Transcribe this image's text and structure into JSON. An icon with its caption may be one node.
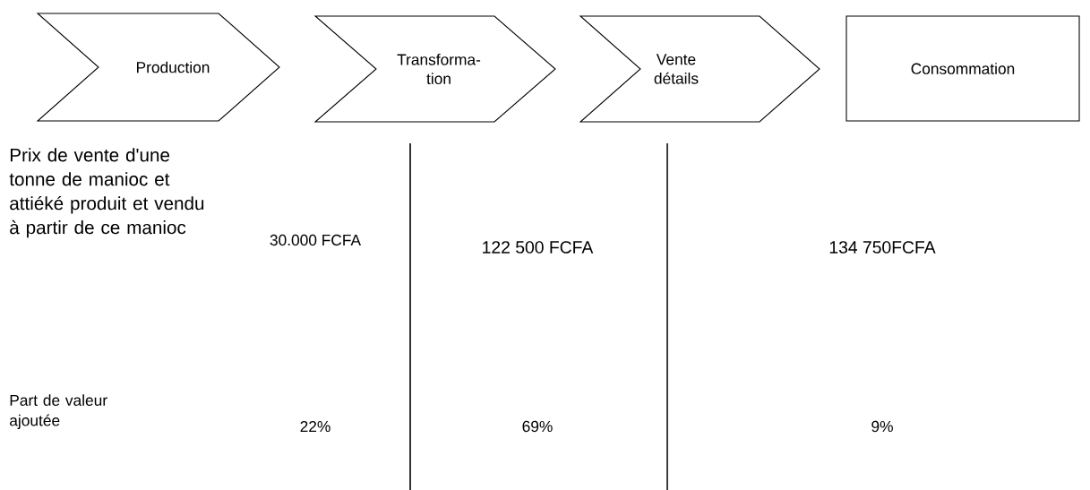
{
  "diagram": {
    "nodes": [
      {
        "text": [
          "Production"
        ]
      },
      {
        "text": [
          "Transforma- tion"
        ]
      },
      {
        "text": [
          "Vente détails"
        ]
      },
      {
        "text": [
          "Consommation"
        ]
      }
    ],
    "labels": [
      "Prix de vente d'une tonne de manioc et attiéké produit et vendu à partir de ce manioc",
      "30.000 FCFA",
      "122 500 FCFA",
      "134 750FCFA",
      "Part de valeur ajoutée",
      "22%",
      "69%",
      "9%"
    ]
  }
}
